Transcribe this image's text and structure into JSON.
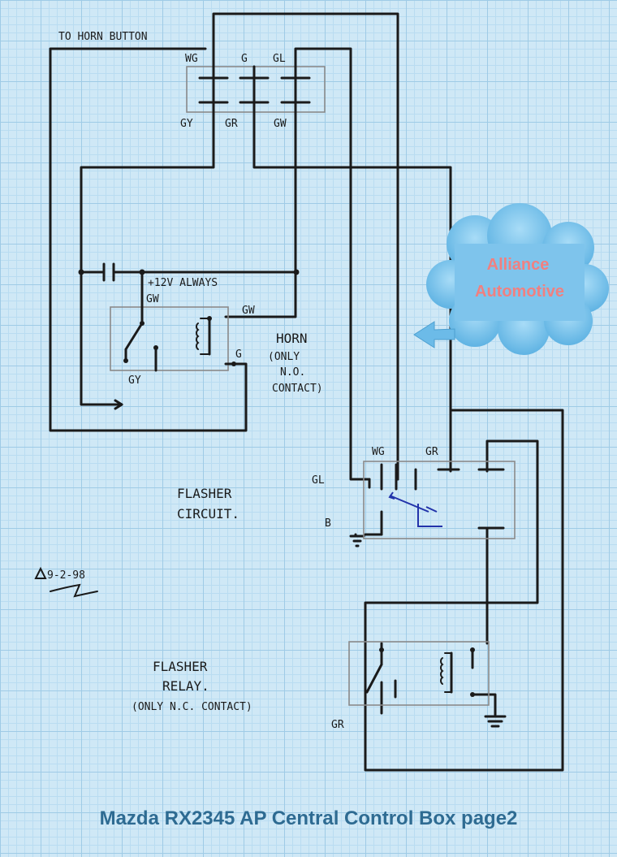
{
  "labels": {
    "to_horn_button": "TO HORN BUTTON",
    "wg_top": "WG",
    "g_top": "G",
    "gl_top": "GL",
    "gy_top": "GY",
    "gr_top": "GR",
    "gw_top": "GW",
    "plus12v": "+12V ALWAYS",
    "gw_relay_left": "GW",
    "gw_relay_right": "GW",
    "g_relay": "G",
    "gy_relay": "GY",
    "horn": "HORN",
    "horn_note_1": "(ONLY",
    "horn_note_2": "N.O.",
    "horn_note_3": "CONTACT)",
    "wg_flasher": "WG",
    "gr_flasher": "GR",
    "gl_flasher": "GL",
    "b_flasher": "B",
    "flasher_circuit_1": "FLASHER",
    "flasher_circuit_2": "CIRCUIT.",
    "date": "9-2-98",
    "flasher_relay_1": "FLASHER",
    "flasher_relay_2": "RELAY.",
    "flasher_relay_3": "(ONLY N.C. CONTACT)",
    "gr_relay_bottom": "GR"
  },
  "logo": {
    "line1": "Alliance",
    "line2": "Automotive"
  },
  "footer": {
    "title": "Mazda RX2345 AP Central Control Box  page2"
  },
  "colors": {
    "paper": "#cfe8f6",
    "ink": "#1a1a1a",
    "title": "#2e6b92",
    "logo_cloud": "#6cbbe8",
    "logo_text": "#f08080"
  }
}
